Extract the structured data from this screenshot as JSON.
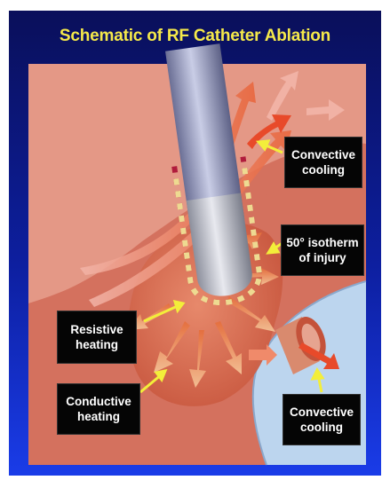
{
  "title": "Schematic of RF Catheter Ablation",
  "labels": {
    "convective_cooling_top": "Convective\ncooling",
    "isotherm": "50° isotherm\nof injury",
    "resistive_heating": "Resistive\nheating",
    "conductive_heating": "Conductive\nheating",
    "convective_cooling_bottom": "Convective\ncooling"
  },
  "colors": {
    "background_top": "#0a0f5a",
    "background_bottom": "#1a3ce8",
    "title": "#f5e94a",
    "tissue": "#d97a66",
    "lesion": "#d96a4e",
    "catheter": "#9aa0c2",
    "blood_pool": "#bcd5ee",
    "pointer": "#f3ee3a"
  }
}
